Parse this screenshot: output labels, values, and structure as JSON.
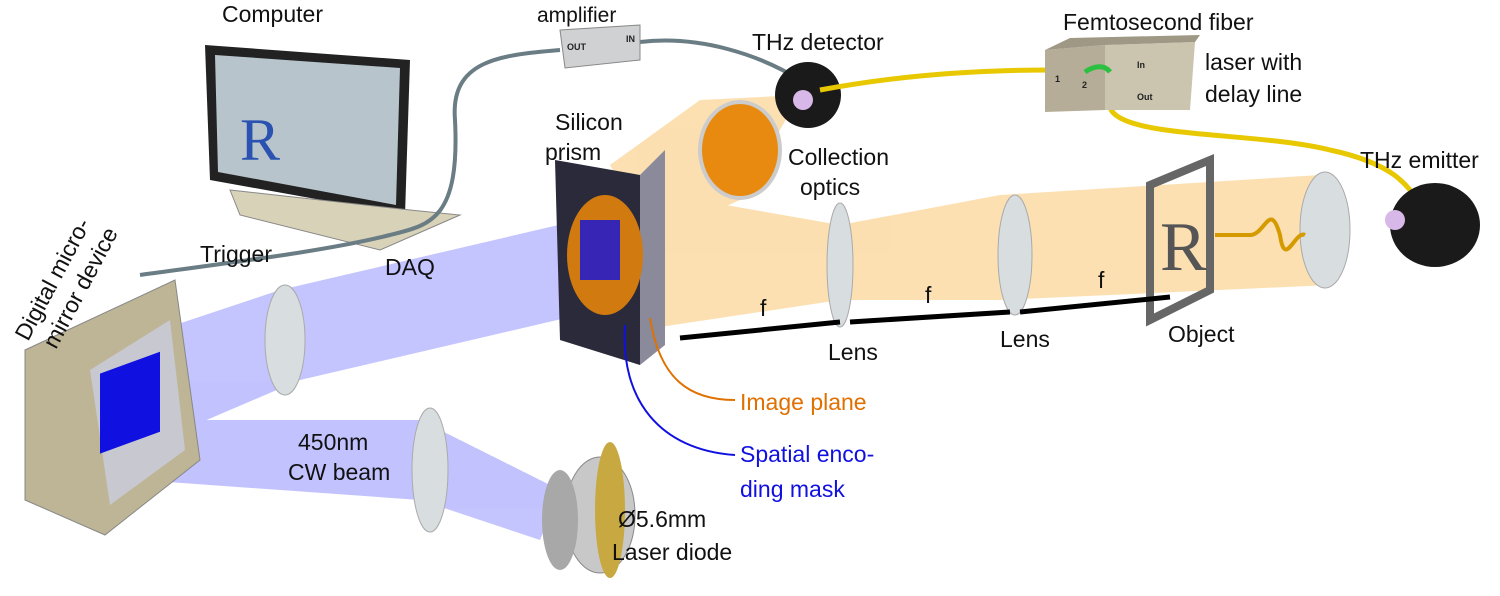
{
  "labels": {
    "computer": "Computer",
    "amplifier": "amplifier",
    "amp_out": "OUT",
    "amp_in": "IN",
    "thz_detector": "THz detector",
    "laser_line1": "Femtosecond fiber",
    "laser_line2": "laser with",
    "laser_line3": "delay line",
    "port1": "1",
    "port2": "2",
    "port_in": "In",
    "port_out": "Out",
    "prism_line1": "Silicon",
    "prism_line2": "prism",
    "collection_line1": "Collection",
    "collection_line2": "optics",
    "thz_emitter": "THz emitter",
    "trigger": "Trigger",
    "daq": "DAQ",
    "dmd_line1": "Digital micro-",
    "dmd_line2": "mirror device",
    "f1": "f",
    "f2": "f",
    "f3": "f",
    "lens1": "Lens",
    "lens2": "Lens",
    "object": "Object",
    "image_plane": "Image plane",
    "mask_line1": "Spatial enco-",
    "mask_line2": "ding mask",
    "beam_line1": "450nm",
    "beam_line2": "CW beam",
    "diode_line1": "Ø5.6mm",
    "diode_line2": "Laser diode",
    "object_letter": "R"
  },
  "colors": {
    "thz_beam": "#f5a623",
    "blue_beam": "#3a3aff",
    "image_plane": "#e07000",
    "mask": "#1010e0",
    "fiber": "#e8c800"
  }
}
